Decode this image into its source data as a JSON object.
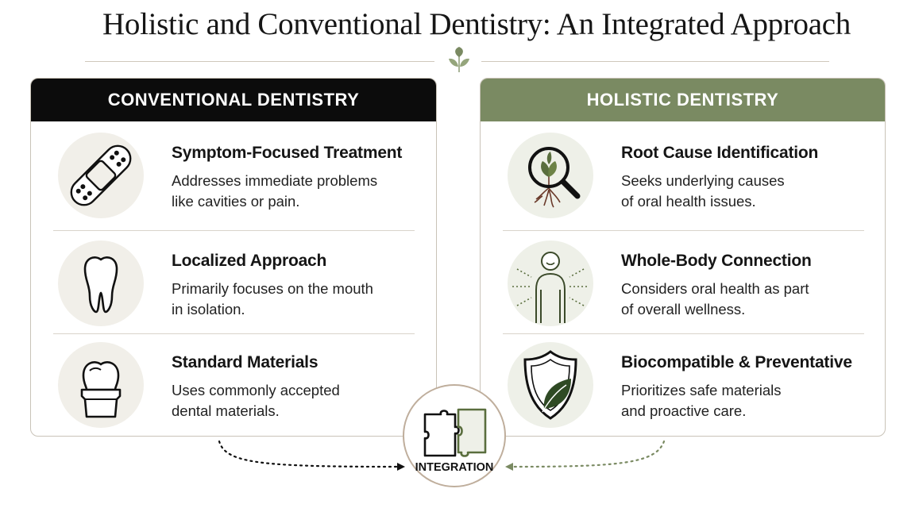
{
  "title": "Holistic and Conventional Dentistry: An Integrated Approach",
  "conventional": {
    "header": "CONVENTIONAL DENTISTRY",
    "items": [
      {
        "title": "Symptom-Focused Treatment",
        "desc_line1": "Addresses immediate problems",
        "desc_line2": "like cavities or pain.",
        "icon": "bandage-icon"
      },
      {
        "title": "Localized Approach",
        "desc_line1": "Primarily focuses on the mouth",
        "desc_line2": "in isolation.",
        "icon": "tooth-icon"
      },
      {
        "title": "Standard Materials",
        "desc_line1": "Uses commonly accepted",
        "desc_line2": "dental materials.",
        "icon": "crown-icon"
      }
    ]
  },
  "holistic": {
    "header": "HOLISTIC DENTISTRY",
    "items": [
      {
        "title": "Root Cause Identification",
        "desc_line1": "Seeks underlying causes",
        "desc_line2": "of oral health issues.",
        "icon": "magnifier-plant-icon"
      },
      {
        "title": "Whole-Body Connection",
        "desc_line1": "Considers oral health as part",
        "desc_line2": "of overall wellness.",
        "icon": "body-icon"
      },
      {
        "title": "Biocompatible & Preventative",
        "desc_line1": "Prioritizes safe materials",
        "desc_line2": "and proactive care.",
        "icon": "shield-leaf-icon"
      }
    ]
  },
  "integration": {
    "label": "INTEGRATION",
    "icon": "puzzle-icon"
  },
  "colors": {
    "dark_header": "#0c0c0c",
    "green_header": "#7a8a62",
    "border": "#c9c3b8"
  }
}
